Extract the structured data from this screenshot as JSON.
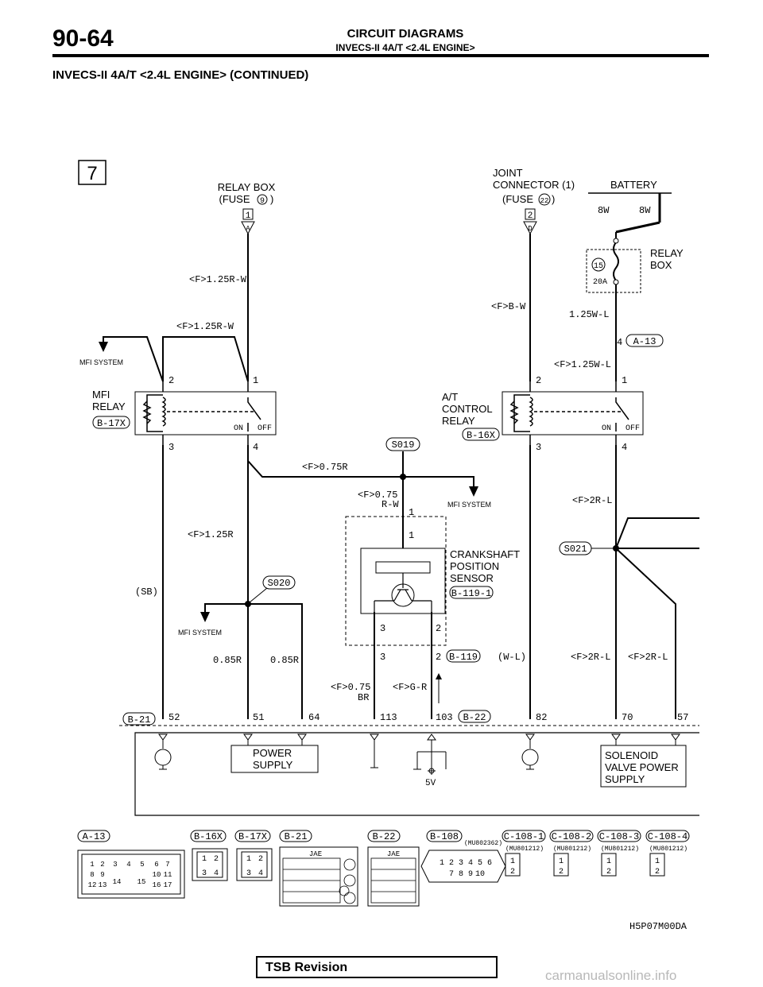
{
  "header": {
    "page_number": "90-64",
    "section_title": "CIRCUIT DIAGRAMS",
    "section_subtitle": "INVECS-II 4A/T <2.4L ENGINE>"
  },
  "diagram": {
    "title": "INVECS-II 4A/T <2.4L ENGINE> (CONTINUED)",
    "sheet_number": "7",
    "relay_box_fuse": {
      "line1": "RELAY BOX",
      "line2": "(FUSE",
      "fuse_no": "9",
      "line2_end": ")",
      "conn_no": "1",
      "conn_letter": "A"
    },
    "joint_connector": {
      "line1": "JOINT",
      "line2": "CONNECTOR (1)",
      "line3": "(FUSE",
      "fuse_no": "22",
      "line3_end": ")",
      "conn_no": "2",
      "conn_letter": "D"
    },
    "battery": {
      "label": "BATTERY",
      "wire_left": "8W",
      "wire_right": "8W"
    },
    "relay_box_right": {
      "line1": "RELAY",
      "line2": "BOX",
      "fuse_no": "15",
      "rating": "20A"
    },
    "wires": {
      "w1": "<F>1.25R-W",
      "w2": "<F>1.25R-W",
      "w3": "<F>0.75R",
      "w4": "<F>0.75",
      "w4b": "R-W",
      "w5": "<F>1.25R",
      "w6": "(SB)",
      "w7": "0.85R",
      "w8": "0.85R",
      "w9": "<F>0.75",
      "w9b": "BR",
      "w10": "<F>G-R",
      "w11": "<F>B-W",
      "w12": "1.25W-L",
      "w13": "<F>1.25W-L",
      "w14": "<F>2R-L",
      "w15": "(W-L)",
      "w16": "<F>2R-L",
      "w17": "<F>2R-L"
    },
    "mfi_system_labels": [
      "MFI SYSTEM",
      "MFI SYSTEM",
      "MFI SYSTEM"
    ],
    "mfi_relay": {
      "line1": "MFI",
      "line2": "RELAY",
      "conn": "B-17X",
      "pin_tl": "2",
      "pin_tr": "1",
      "pin_bl": "3",
      "pin_br": "4",
      "on": "ON",
      "off": "OFF"
    },
    "at_relay": {
      "line1": "A/T",
      "line2": "CONTROL",
      "line3": "RELAY",
      "conn": "B-16X",
      "pin_tl": "2",
      "pin_tr": "1",
      "pin_bl": "3",
      "pin_br": "4",
      "on": "ON",
      "off": "OFF"
    },
    "splices": {
      "s019": "S019",
      "s020": "S020",
      "s021": "S021"
    },
    "a13_pin": {
      "pin": "4",
      "conn": "A-13"
    },
    "crank_sensor": {
      "line1": "CRANKSHAFT",
      "line2": "POSITION",
      "line3": "SENSOR",
      "conn": "B-119-1",
      "pin1a": "1",
      "pin1b": "1",
      "pin3a": "3",
      "pin2a": "2",
      "pin3b": "3",
      "pin2b": "2",
      "conn2": "B-119"
    },
    "ecu": {
      "conn_left": "B-21",
      "conn_mid": "B-22",
      "pins": [
        "52",
        "51",
        "64",
        "113",
        "103",
        "82",
        "70",
        "57"
      ],
      "power_supply": {
        "line1": "POWER",
        "line2": "SUPPLY"
      },
      "solenoid": {
        "line1": "SOLENOID",
        "line2": "VALVE POWER",
        "line3": "SUPPLY"
      },
      "five_v": "5V"
    },
    "connectors": [
      {
        "label": "A-13"
      },
      {
        "label": "B-16X"
      },
      {
        "label": "B-17X"
      },
      {
        "label": "B-21",
        "tag": "JAE"
      },
      {
        "label": "B-22",
        "tag": "JAE"
      },
      {
        "label": "B-108",
        "part": "(MU802362)"
      },
      {
        "label": "C-108-1",
        "part": "(MU801212)"
      },
      {
        "label": "C-108-2",
        "part": "(MU801212)"
      },
      {
        "label": "C-108-3",
        "part": "(MU801212)"
      },
      {
        "label": "C-108-4",
        "part": "(MU801212)"
      }
    ],
    "a13_pins": [
      "1",
      "2",
      "3",
      "4",
      "5",
      "6",
      "7",
      "8",
      "9",
      "10",
      "11",
      "12",
      "13",
      "14",
      "15",
      "16",
      "17"
    ],
    "b16x_pins": [
      "1",
      "2",
      "3",
      "4"
    ],
    "b17x_pins": [
      "1",
      "2",
      "3",
      "4"
    ],
    "b108_pins": [
      "1",
      "2",
      "3",
      "4",
      "5",
      "6",
      "7",
      "8",
      "9",
      "10"
    ],
    "c108_pins": [
      "1",
      "2"
    ],
    "figure_code": "H5P07M00DA"
  },
  "footer": {
    "tsb": "TSB Revision",
    "watermark": "carmanualsonline.info"
  }
}
